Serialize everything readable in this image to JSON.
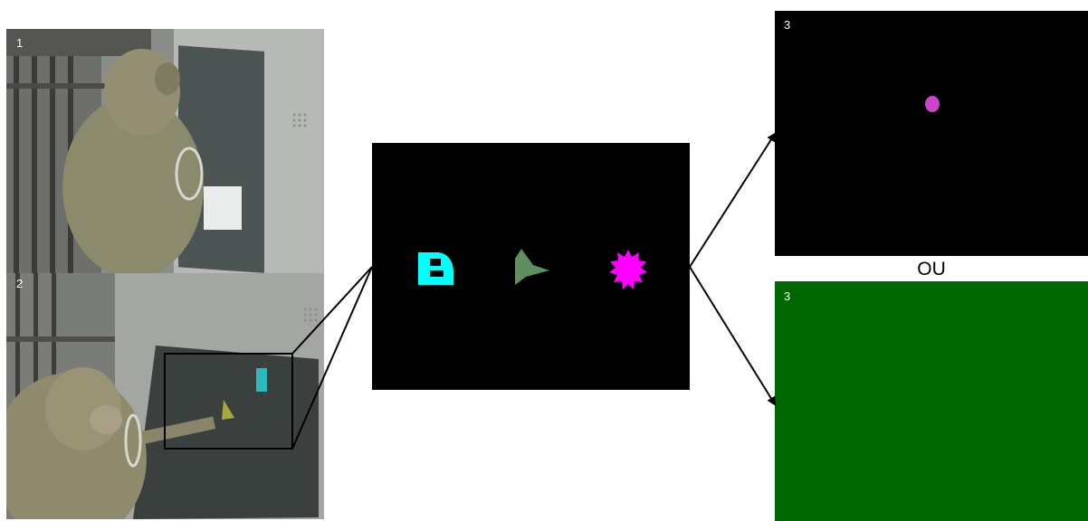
{
  "panels": {
    "photo_1": {
      "number": "1"
    },
    "photo_2": {
      "number": "2"
    },
    "feedback_correct": {
      "number": "3",
      "reward_color": "#cc44cc",
      "screen_color": "#000000"
    },
    "feedback_error": {
      "number": "3",
      "screen_color": "#006600"
    }
  },
  "separator_text": "OU",
  "stimuli": [
    {
      "name": "cyan-shape",
      "color": "#00ffff"
    },
    {
      "name": "green-shape",
      "color": "#5f8f5f"
    },
    {
      "name": "magenta-star",
      "color": "#ff00ff"
    }
  ]
}
